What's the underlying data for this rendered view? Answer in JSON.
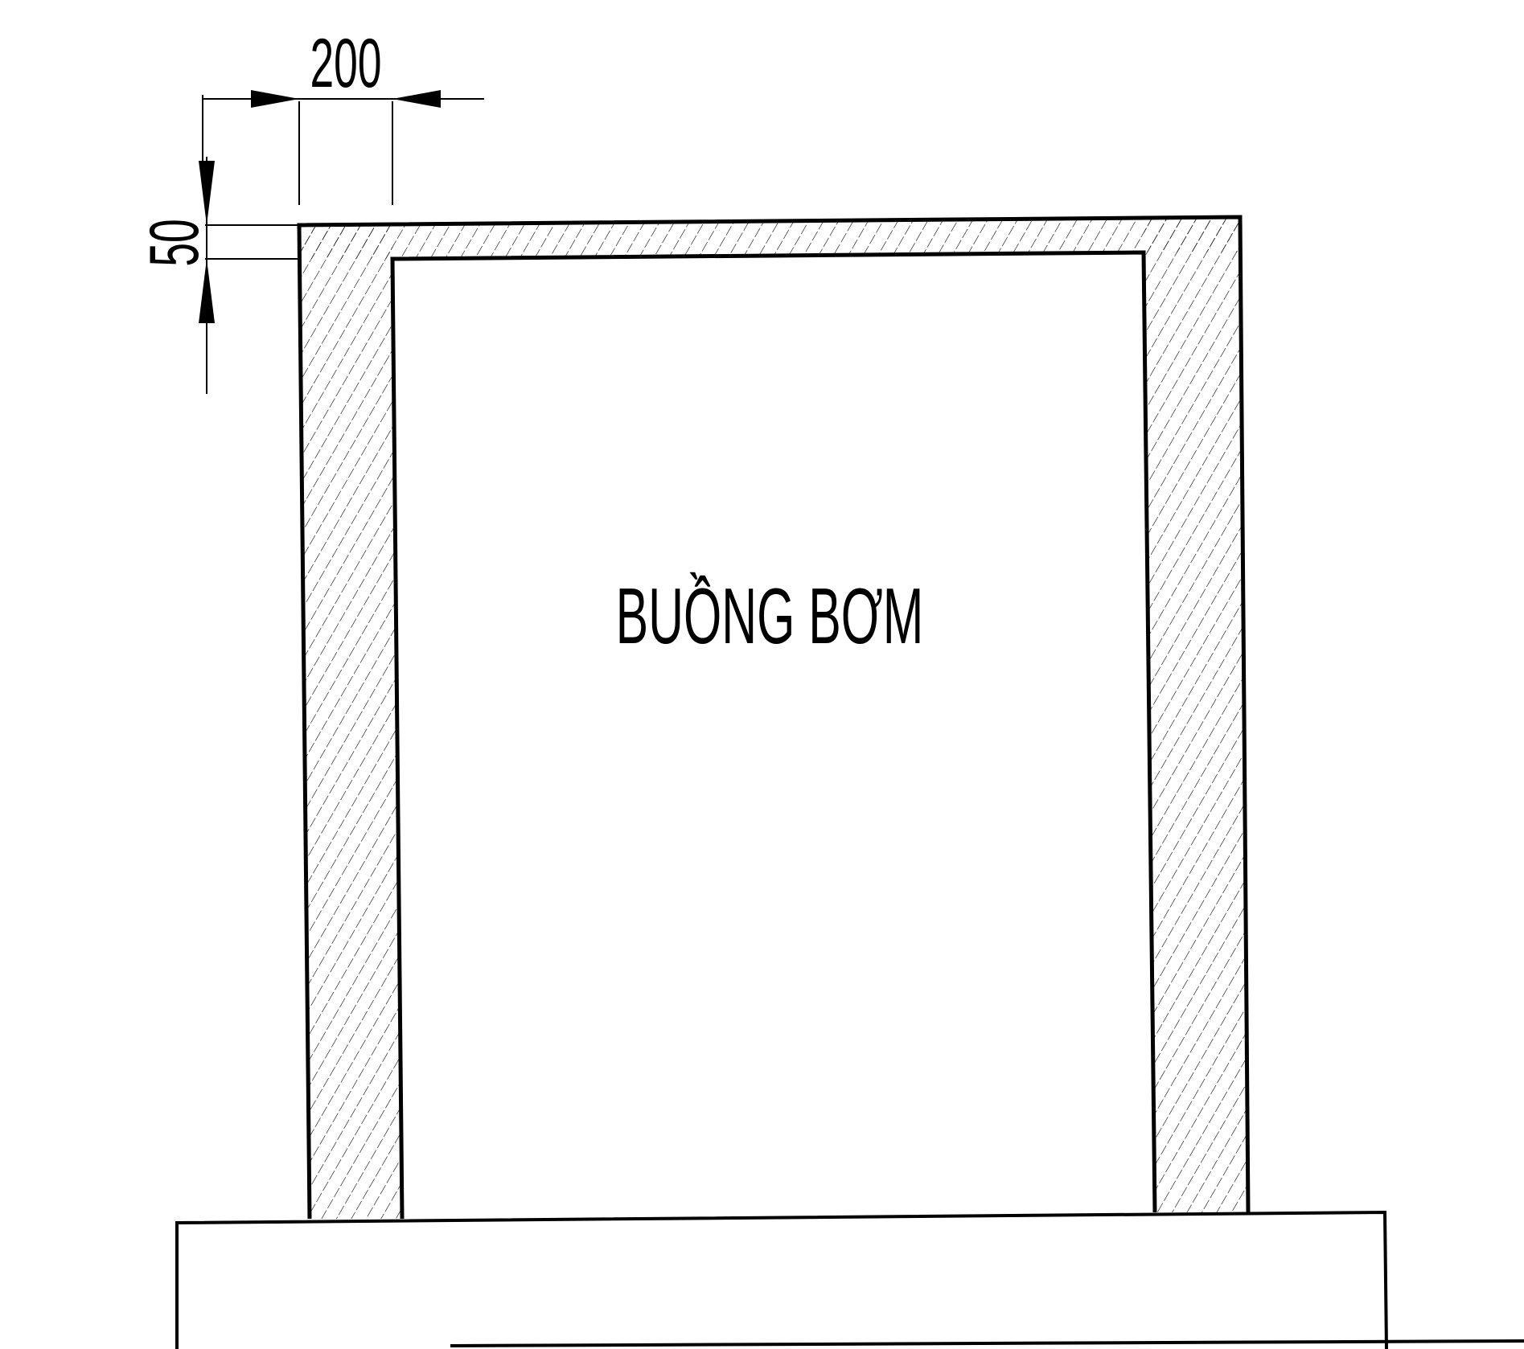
{
  "room_label": "BUỒNG BƠM",
  "dimensions": {
    "wall_thickness": "200",
    "slab_thickness": "50"
  },
  "colors": {
    "line": "#000000",
    "background": "#ffffff"
  }
}
